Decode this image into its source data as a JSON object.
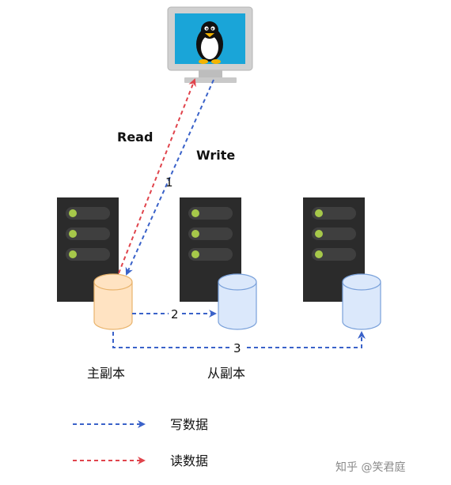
{
  "labels": {
    "read": "Read",
    "write": "Write",
    "step1": "1",
    "step2": "2",
    "step3": "3",
    "primary": "主副本",
    "secondary": "从副本"
  },
  "legend": [
    {
      "text": "写数据",
      "color": "#3a62c9"
    },
    {
      "text": "读数据",
      "color": "#e0444c"
    }
  ],
  "watermark": "知乎 @笑君庭",
  "colors": {
    "write_arrow": "#3a62c9",
    "read_arrow": "#e0444c",
    "server_body": "#2b2b2b",
    "led": "#a6c84a",
    "slot": "#3f3f3f",
    "primary_db_fill": "#ffe3c2",
    "primary_db_stroke": "#e9b46d",
    "secondary_db_fill": "#dbe8fb",
    "secondary_db_stroke": "#7aa1da",
    "monitor_frame": "#cfcfcf",
    "monitor_screen": "#1aa5d8"
  },
  "icons": {
    "client": "linux-computer-icon",
    "server": "server-icon",
    "database": "database-icon"
  }
}
